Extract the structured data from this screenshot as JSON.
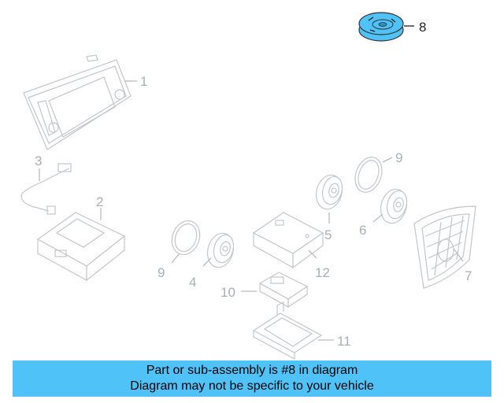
{
  "diagram": {
    "highlight_color": "#4fc3f7",
    "callouts": [
      {
        "id": "8",
        "label": "8",
        "highlighted": true
      },
      {
        "id": "1",
        "label": "1"
      },
      {
        "id": "3",
        "label": "3"
      },
      {
        "id": "2",
        "label": "2"
      },
      {
        "id": "9a",
        "label": "9"
      },
      {
        "id": "9b",
        "label": "9"
      },
      {
        "id": "4",
        "label": "4"
      },
      {
        "id": "5",
        "label": "5"
      },
      {
        "id": "6",
        "label": "6"
      },
      {
        "id": "7",
        "label": "7"
      },
      {
        "id": "10",
        "label": "10"
      },
      {
        "id": "11",
        "label": "11"
      },
      {
        "id": "12",
        "label": "12"
      }
    ]
  },
  "banner": {
    "line1": "Part or sub-assembly is #8 in diagram",
    "line2": "Diagram may not be specific to your vehicle",
    "background": "#4fc3f7"
  }
}
